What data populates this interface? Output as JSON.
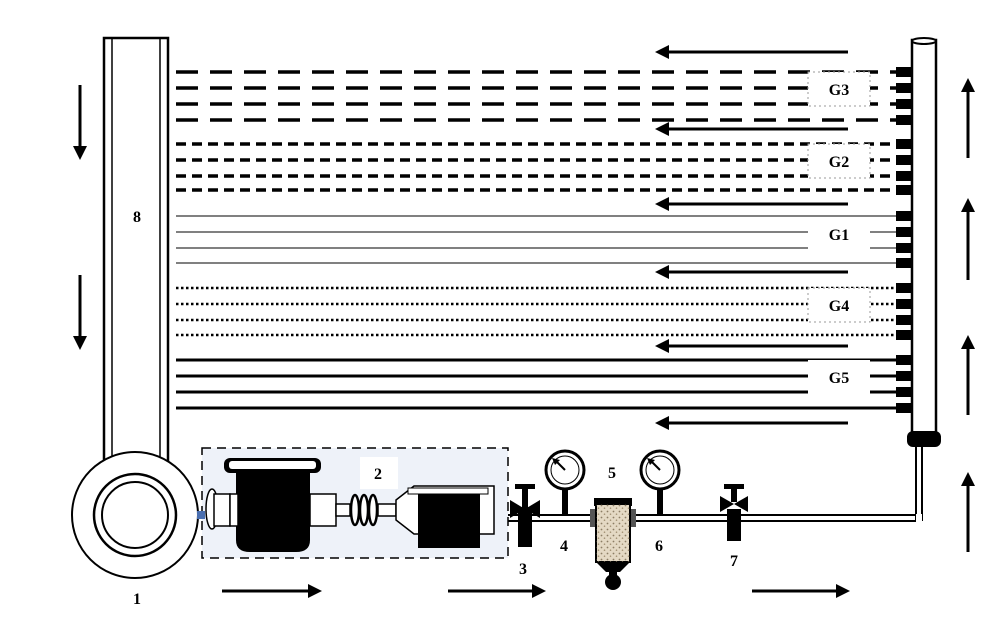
{
  "diagram": {
    "components": [
      {
        "id": "1",
        "label": "1"
      },
      {
        "id": "2",
        "label": "2"
      },
      {
        "id": "3",
        "label": "3"
      },
      {
        "id": "4",
        "label": "4"
      },
      {
        "id": "5",
        "label": "5"
      },
      {
        "id": "6",
        "label": "6"
      },
      {
        "id": "7",
        "label": "7"
      },
      {
        "id": "8",
        "label": "8"
      }
    ],
    "groups": [
      {
        "label": "G3",
        "line_style": "long-dash"
      },
      {
        "label": "G2",
        "line_style": "dash"
      },
      {
        "label": "G1",
        "line_style": "thin-solid"
      },
      {
        "label": "G4",
        "line_style": "dotted"
      },
      {
        "label": "G5",
        "line_style": "thick-solid"
      }
    ]
  }
}
